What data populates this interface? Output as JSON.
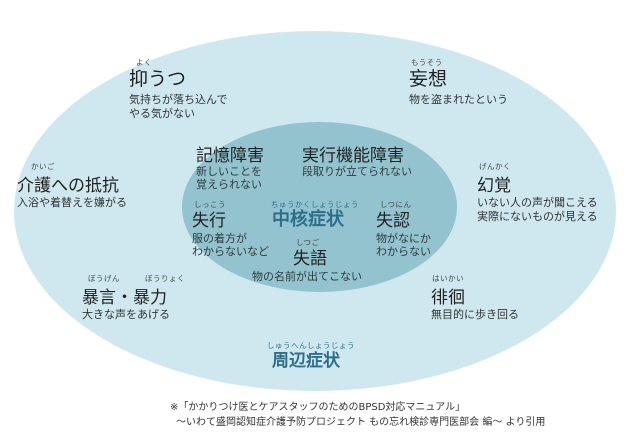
{
  "outer": {
    "label": "周辺症状",
    "ruby": "しゅうへんしょうじょう",
    "items": {
      "depression": {
        "ruby": "よく",
        "title": "抑うつ",
        "desc": [
          "気持ちが落ち込んで",
          "やる気がない"
        ]
      },
      "delusion": {
        "ruby": "もうそう",
        "title": "妄想",
        "desc": [
          "物を盗まれたという"
        ]
      },
      "resistance": {
        "ruby": "かいご",
        "title": "介護への抵抗",
        "desc": [
          "入浴や着替えを嫌がる"
        ]
      },
      "hallucination": {
        "ruby": "げんかく",
        "title": "幻覚",
        "desc": [
          "いない人の声が聞こえる",
          "実際にないものが見える"
        ]
      },
      "violence": {
        "ruby1": "ぼうげん",
        "ruby2": "ぼうりょく",
        "title": "暴言・暴力",
        "desc": [
          "大きな声をあげる"
        ]
      },
      "wandering": {
        "ruby": "はいかい",
        "title": "徘徊",
        "desc": [
          "無目的に歩き回る"
        ]
      }
    }
  },
  "core": {
    "label": "中核症状",
    "ruby": "ちゅうかくしょうじょう",
    "items": {
      "memory": {
        "title": "記憶障害",
        "desc": [
          "新しいことを",
          "覚えられない"
        ]
      },
      "executive": {
        "title": "実行機能障害",
        "desc": [
          "段取りが立てられない"
        ]
      },
      "apraxia": {
        "ruby": "しっこう",
        "title": "失行",
        "desc": [
          "服の着方が",
          "わからないなど"
        ]
      },
      "agnosia": {
        "ruby": "しつにん",
        "title": "失認",
        "desc": [
          "物がなにか",
          "わからない"
        ]
      },
      "aphasia": {
        "ruby": "しつご",
        "title": "失語",
        "desc": [
          "物の名前が出てこない"
        ]
      }
    }
  },
  "footnote": {
    "line1": "※「かかりつけ医とケアスタッフのためのBPSD対応マニュアル」",
    "line2": "～いわて盛岡認知症介護予防プロジェクト もの忘れ検診専門医部会 編～ より引用"
  },
  "colors": {
    "outer_fill": "#cfe8ef",
    "inner_fill": "#93c3cf",
    "label": "#2d6f8a"
  }
}
